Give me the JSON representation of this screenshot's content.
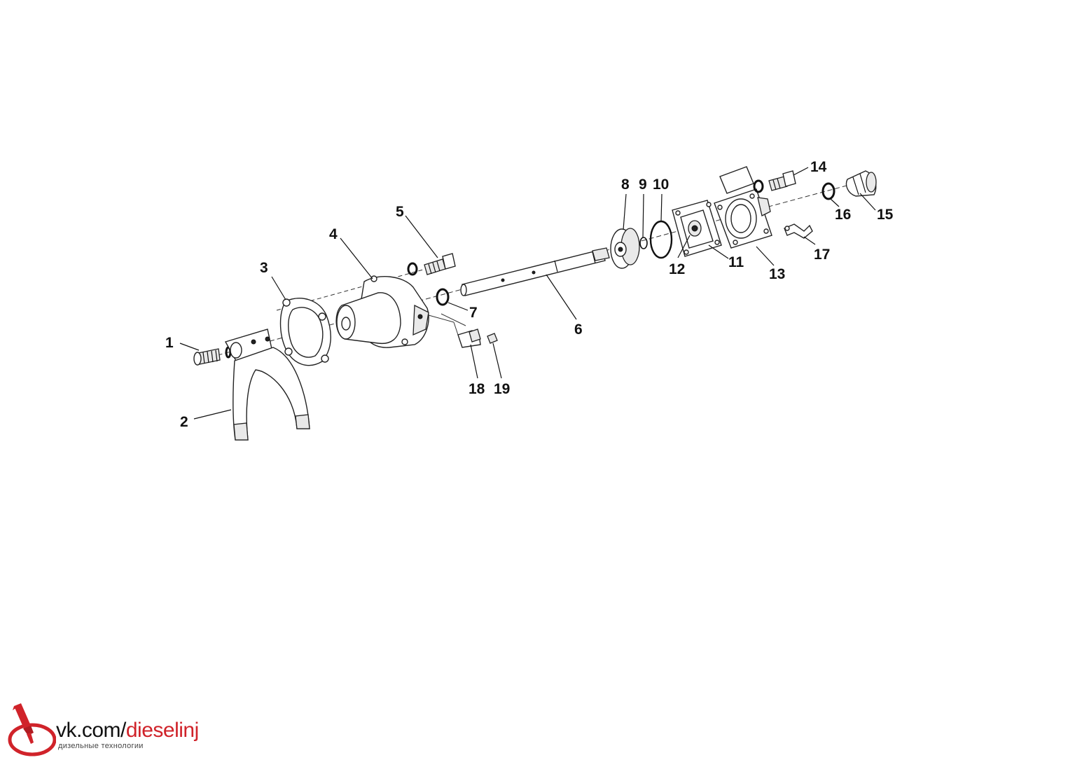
{
  "diagram": {
    "labels": [
      "1",
      "2",
      "3",
      "4",
      "5",
      "6",
      "7",
      "8",
      "9",
      "10",
      "11",
      "12",
      "13",
      "14",
      "15",
      "16",
      "17",
      "18",
      "19"
    ]
  },
  "watermark": {
    "site_prefix": "vk.com/",
    "site_handle": "dieselinj",
    "tagline": "дизельные технологии",
    "accent_color": "#d0232a"
  }
}
